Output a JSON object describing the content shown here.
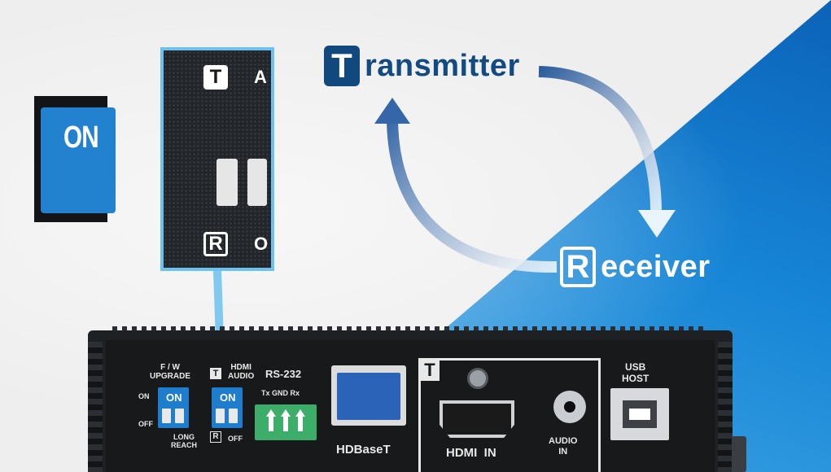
{
  "callout": {
    "t_mark": "T",
    "r_mark": "R",
    "switch_label": "ON",
    "partial_top": "A",
    "partial_bottom": "O"
  },
  "flow": {
    "transmitter_initial": "T",
    "transmitter_rest": "ransmitter",
    "receiver_initial": "R",
    "receiver_rest": "eceiver"
  },
  "device": {
    "fw_upgrade": "F / W\nUPGRADE",
    "on_label": "ON",
    "off_label": "OFF",
    "switch1_on": "ON",
    "long_reach": "LONG\nREACH",
    "hdmi_audio": "HDMI\nAUDIO",
    "t_mark": "T",
    "r_mark": "R",
    "switch2_on": "ON",
    "switch2_off": "OFF",
    "rs232": "RS-232",
    "rs232_pins": "Tx GND Rx",
    "hdbaset": "HDBaseT",
    "section_t": "T",
    "hdmi_in": "HDMI  IN",
    "audio_in": "AUDIO\nIN",
    "usb_host": "USB\nHOST"
  },
  "colors": {
    "brand_dark_blue": "#124a82",
    "callout_border": "#6cc1ee",
    "dip_blue": "#1f7dcd"
  }
}
